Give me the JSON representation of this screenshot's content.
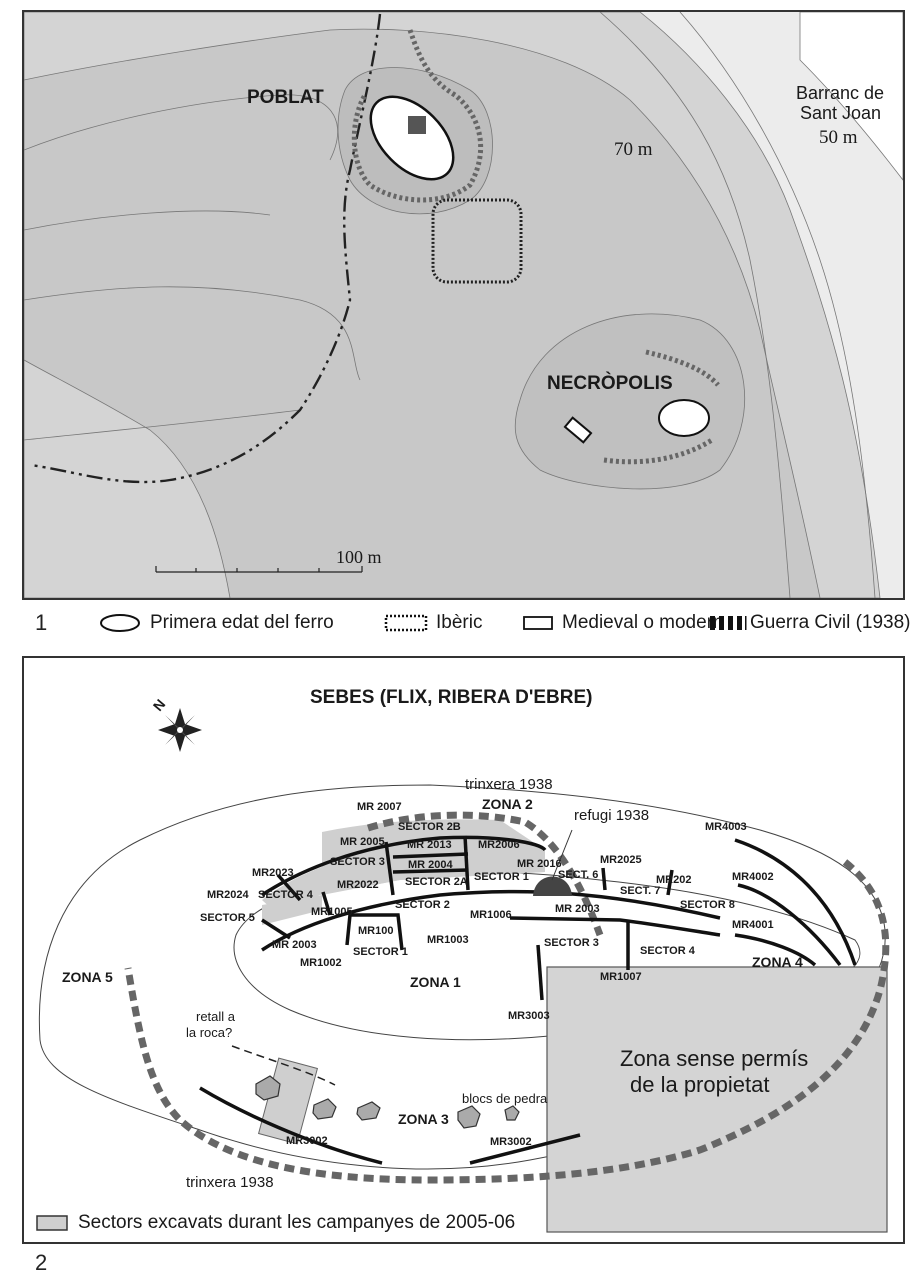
{
  "map1": {
    "figure_number": "1",
    "labels": {
      "poblat": "POBLAT",
      "necropolis": "NECRÒPOLIS",
      "contour_70": "70 m",
      "barranc": "Barranc de",
      "barranc2": "Sant Joan",
      "contour_50": "50 m",
      "scale": "100 m"
    },
    "legend": [
      {
        "icon": "ellipse-icon",
        "label": "Primera edat del  ferro"
      },
      {
        "icon": "dotted-rect-icon",
        "label": "Ibèric"
      },
      {
        "icon": "rect-icon",
        "label": "Medieval o modern"
      },
      {
        "icon": "hatch-icon",
        "label": "Guerra Civil (1938)"
      }
    ]
  },
  "map2": {
    "figure_number": "2",
    "title": "SEBES (FLIX, RIBERA D'EBRE)",
    "north": "N",
    "zones": {
      "zona1": "ZONA 1",
      "zona2": "ZONA 2",
      "zona3": "ZONA 3",
      "zona4": "ZONA 4",
      "zona5": "ZONA 5"
    },
    "notes": {
      "trinxera_top": "trinxera 1938",
      "trinxera_bottom": "trinxera 1938",
      "refugi": "refugi 1938",
      "retall1": "retall a",
      "retall2": "la roca?",
      "blocs": "blocs de pedra",
      "no_permit1": "Zona sense permís",
      "no_permit2": "de la propietat"
    },
    "sectors": {
      "s2b": "SECTOR 2B",
      "s3a": "SECTOR 3",
      "s2a": "SECTOR 2A",
      "s1a": "SECTOR 1",
      "s4a": "SECTOR 4",
      "s5": "SECTOR 5",
      "s2": "SECTOR 2",
      "s1b": "SECTOR 1",
      "s3b": "SECTOR 3",
      "s4b": "SECTOR 4",
      "s6": "SECT. 6",
      "s7": "SECT. 7",
      "s8": "SECTOR 8"
    },
    "walls": {
      "mr2007": "MR 2007",
      "mr2005": "MR 2005",
      "mr2013": "MR 2013",
      "mr2006": "MR2006",
      "mr2004": "MR 2004",
      "mr2023": "MR2023",
      "mr2024": "MR2024",
      "mr2022": "MR2022",
      "mr2016": "MR 2016",
      "mr2025": "MR2025",
      "mr202": "MR202",
      "mr1005": "MR1005",
      "mr100": "MR100",
      "mr1006": "MR1006",
      "mr2003a": "MR 2003",
      "mr2003b": "MR 2003",
      "mr1003": "MR1003",
      "mr1002": "MR1002",
      "mr1007": "MR1007",
      "mr4003": "MR4003",
      "mr4002": "MR4002",
      "mr4001": "MR4001",
      "mr3003": "MR3003",
      "mr3002a": "MR3002",
      "mr3002b": "MR3002"
    },
    "legend": {
      "icon": "grey-box-icon",
      "label": "Sectors excavats durant les campanyes de 2005-06"
    }
  }
}
